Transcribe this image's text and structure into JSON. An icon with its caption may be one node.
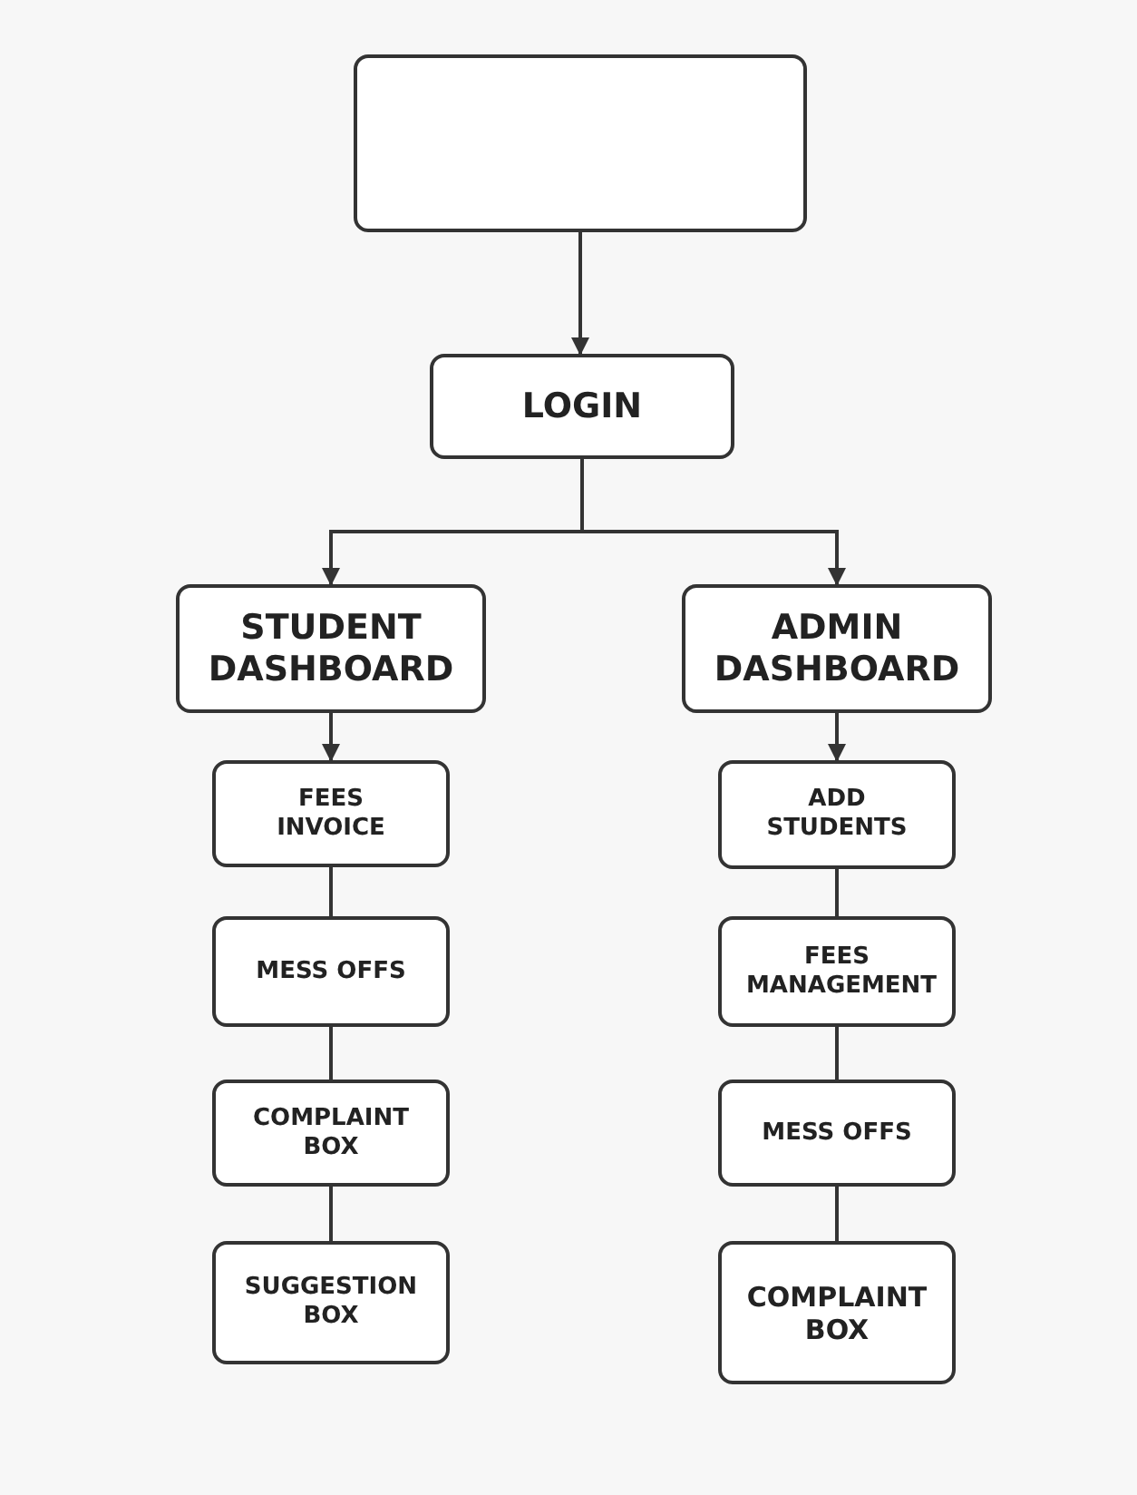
{
  "diagram": {
    "nodes": [
      {
        "text": [],
        "shape": "box"
      },
      {
        "text": [
          "LOGIN"
        ]
      },
      {
        "text": [
          "STUDENT DASHBOARD"
        ]
      },
      {
        "text": [
          "ADMIN DASHBOARD"
        ]
      },
      {
        "text": [
          "FEES INVOICE"
        ]
      },
      {
        "text": [
          "MESS OFFS"
        ]
      },
      {
        "text": [
          "COMPLAINT BOX"
        ]
      },
      {
        "text": [
          "SUGGESTION BOX"
        ]
      },
      {
        "text": [
          "ADD STUDENTS"
        ]
      },
      {
        "text": [
          "FEES MANAGEMENT"
        ]
      },
      {
        "text": [
          "MESS OFFS"
        ]
      },
      {
        "text": [
          "COMPLAINT BOX"
        ]
      }
    ],
    "edges": [
      {
        "from": 0,
        "to": 1,
        "arrow": "to"
      },
      {
        "from": 1,
        "to": 2,
        "arrow": "to"
      },
      {
        "from": 1,
        "to": 3,
        "arrow": "to"
      },
      {
        "from": 2,
        "to": 4,
        "arrow": "to"
      },
      {
        "from": 4,
        "to": 5,
        "arrow": "none"
      },
      {
        "from": 5,
        "to": 6,
        "arrow": "none"
      },
      {
        "from": 6,
        "to": 7,
        "arrow": "none"
      },
      {
        "from": 3,
        "to": 8,
        "arrow": "to"
      },
      {
        "from": 8,
        "to": 9,
        "arrow": "none"
      },
      {
        "from": 9,
        "to": 10,
        "arrow": "none"
      },
      {
        "from": 10,
        "to": 11,
        "arrow": "none"
      }
    ]
  }
}
